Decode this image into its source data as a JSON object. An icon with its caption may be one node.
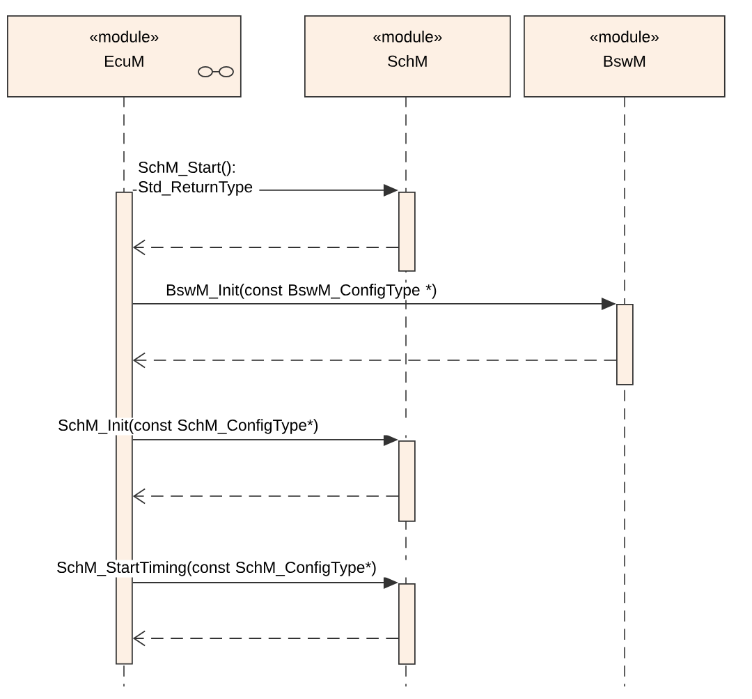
{
  "diagram": {
    "nodes": [
      {
        "text": [
          "«module»",
          "EcuM"
        ]
      },
      {
        "text": [
          "«module»",
          "SchM"
        ]
      },
      {
        "text": [
          "«module»",
          "BswM"
        ]
      },
      {
        "text": [],
        "shape": "bar"
      },
      {
        "text": [],
        "shape": "bar"
      },
      {
        "text": [],
        "shape": "bar"
      },
      {
        "text": [],
        "shape": "bar"
      },
      {
        "text": [],
        "shape": "bar"
      }
    ],
    "edges": [
      {
        "from": 3,
        "to": 4,
        "arrow": "to",
        "label": "SchM_Start(): Std_ReturnType"
      },
      {
        "from": 4,
        "to": 3,
        "arrow": "to",
        "style": "dashed"
      },
      {
        "from": 3,
        "to": 5,
        "arrow": "to",
        "label": "BswM_Init(const BswM_ConfigType *)"
      },
      {
        "from": 5,
        "to": 3,
        "arrow": "to",
        "style": "dashed"
      },
      {
        "from": 3,
        "to": 6,
        "arrow": "to",
        "label": "SchM_Init(const SchM_ConfigType*)"
      },
      {
        "from": 6,
        "to": 3,
        "arrow": "to",
        "style": "dashed"
      },
      {
        "from": 3,
        "to": 7,
        "arrow": "to",
        "label": "SchM_StartTiming(const SchM_ConfigType*)"
      },
      {
        "from": 7,
        "to": 3,
        "arrow": "to",
        "style": "dashed"
      }
    ]
  }
}
